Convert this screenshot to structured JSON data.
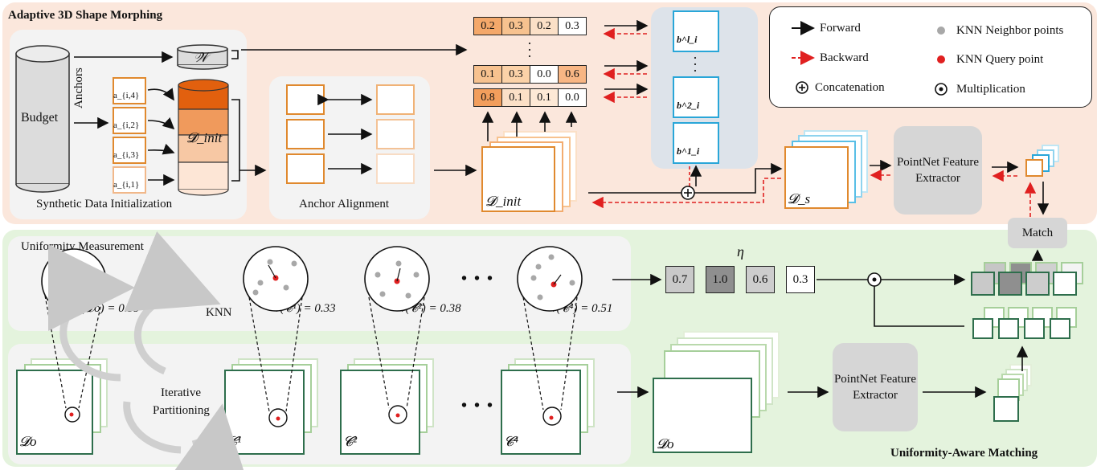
{
  "top_section": {
    "title": "Adaptive 3D Shape Morphing"
  },
  "bottom_section": {
    "title": "Uniformity-Aware Matching"
  },
  "synthetic": {
    "budget": "Budget",
    "anchors": "Anchors",
    "anchor_labels": [
      "a_{i,4}",
      "a_{i,2}",
      "a_{i,3}",
      "a_{i,1}"
    ],
    "w_label": "𝒲",
    "d_init": "𝓓_init",
    "caption": "Synthetic Data Initialization"
  },
  "alignment": {
    "caption": "Anchor Alignment"
  },
  "weight_matrix": {
    "rows": [
      [
        "0.2",
        "0.3",
        "0.2",
        "0.3"
      ],
      [
        "0.1",
        "0.3",
        "0.0",
        "0.6"
      ],
      [
        "0.8",
        "0.1",
        "0.1",
        "0.0"
      ]
    ],
    "row_colors": [
      [
        "#f4a86a",
        "#f7c28f",
        "#fbe0c7",
        "#ffffff"
      ],
      [
        "#f7c28f",
        "#fbd2a8",
        "#ffffff",
        "#f8b684"
      ],
      [
        "#f29e5c",
        "#fbe0c7",
        "#fde9d6",
        "#ffffff"
      ]
    ]
  },
  "bases": {
    "labels": [
      "b^l_i",
      "b^2_i",
      "b^1_i"
    ]
  },
  "d_init_stack": "𝓓_init",
  "d_s": "𝓓_s",
  "pointnet_top": "PointNet Feature Extractor",
  "pointnet_bottom": "PointNet Feature Extractor",
  "match": "Match",
  "legend": {
    "forward": "Forward",
    "backward": "Backward",
    "concatenation": "Concatenation",
    "knn_neighbor": "KNN Neighbor points",
    "knn_query": "KNN Query point",
    "multiplication": "Multiplication"
  },
  "uniformity": {
    "title": "Uniformity Measurement",
    "knn": "KNN",
    "nu_values": [
      "ν(𝓓o) = 0.39",
      "ν(𝓒¹) = 0.33",
      "ν(𝓒²) = 0.38",
      "ν(𝓒⁴) = 0.51"
    ],
    "ellipsis": "• • •",
    "eta_symbol": "η",
    "eta_values": [
      "0.7",
      "1.0",
      "0.6",
      "0.3"
    ],
    "eta_colors": [
      "#c9c9c9",
      "#8f8f8f",
      "#cdcdcd",
      "#ffffff"
    ]
  },
  "partition": {
    "iterative": "Iterative Partitioning",
    "stacks": [
      "𝓓o",
      "𝓒¹",
      "𝓒²",
      "𝓒⁴"
    ],
    "d_o": "𝓓o"
  },
  "colors": {
    "orange": "#e0892e",
    "green": "#2e6e4c",
    "blue": "#29a6d8",
    "red": "#e02020"
  }
}
